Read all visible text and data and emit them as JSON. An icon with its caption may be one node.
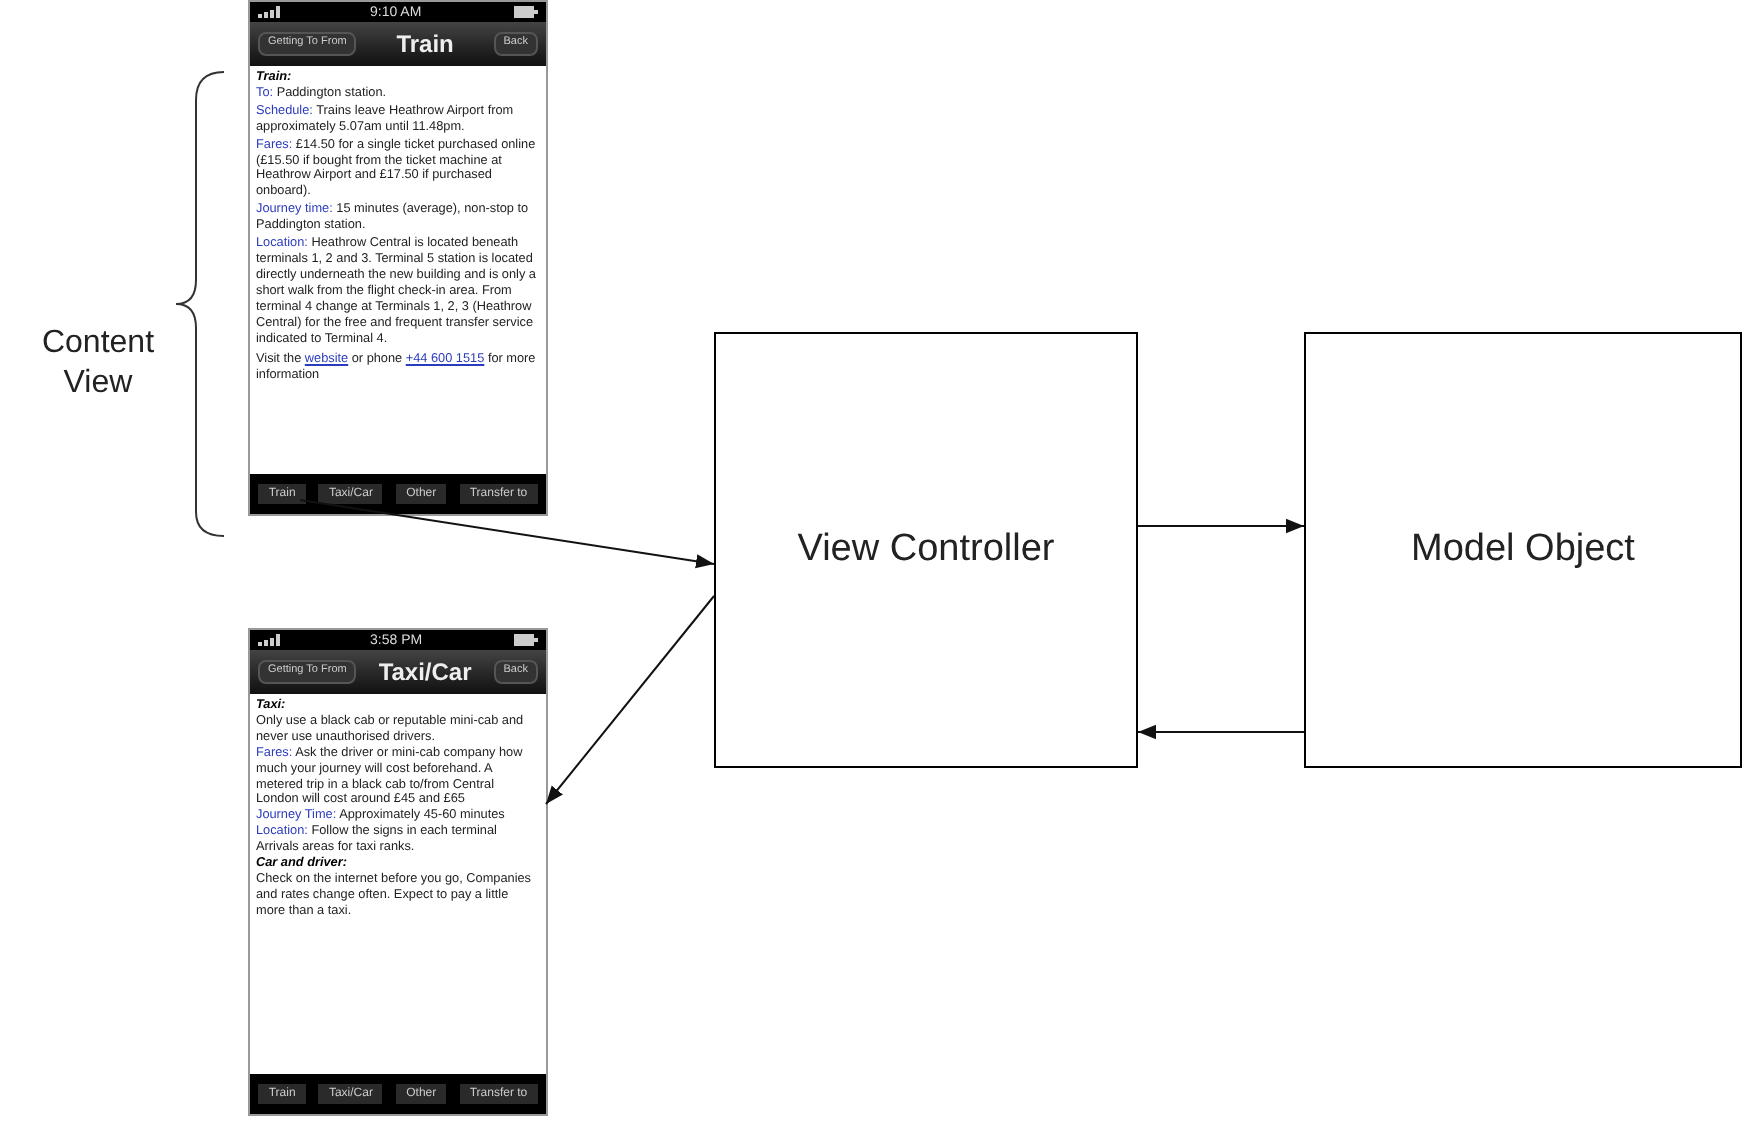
{
  "diagram": {
    "nodes": [
      {
        "text": [
          "Train"
        ]
      },
      {
        "text": [
          "View Controller"
        ]
      },
      {
        "text": [
          "Model Object"
        ]
      },
      {
        "text": [
          "Taxi:",
          "Only use a black cab or reputable mini-cab and never use unauthorised drivers.",
          "Fares:",
          "Ask the driver or mini-cab company how much your journey will cost beforehand. A metered trip in a black cab to/from Central London will cost around £45 and £65",
          "Journey Time:",
          "Approximately 45-60 minutes",
          "Location:",
          "Follow the signs in each terminal Arrivals areas for taxi ranks.",
          "Car and driver:",
          "Check on the internet before you go, Companies and rates change often. Expect to pay a little more than a taxi."
        ]
      },
      {
        "text": [
          "Taxi/Car"
        ]
      },
      {
        "text": [
          "Other"
        ]
      },
      {
        "text": [
          "Transfer to"
        ]
      },
      {
        "text": [
          "Train"
        ]
      },
      {
        "text": [
          "Taxi/Car"
        ]
      },
      {
        "text": [
          "Other"
        ]
      },
      {
        "text": [
          "Transfer to"
        ]
      }
    ],
    "edges": [
      {
        "from": 0,
        "to": 1,
        "arrow": "to"
      },
      {
        "from": 1,
        "to": 2,
        "arrow": "to"
      },
      {
        "from": 2,
        "to": 1,
        "arrow": "to"
      },
      {
        "from": 1,
        "to": 3,
        "arrow": "to"
      }
    ],
    "labels": [
      "9:10 AM",
      "Getting To From",
      "Train",
      "Back",
      "Train:",
      "To:",
      "Paddington station.",
      "Schedule:",
      "Trains leave Heathrow Airport from approximately 5.07am until 11.48pm.",
      "Fares:",
      "£14.50 for a single ticket purchased online (£15.50 if bought from the ticket machine at Heathrow Airport and £17.50 if purchased onboard).",
      "Journey time:",
      "15 minutes (average), non-stop to Paddington station.",
      "Location:",
      "Heathrow Central is located beneath terminals 1, 2 and 3. Terminal 5 station is located directly underneath the new building and is only a short walk from the flight check-in area. From terminal 4 change at Terminals 1, 2, 3 (Heathrow Central) for the free and frequent transfer service indicated to Terminal 4.",
      "Visit the",
      "website",
      "or phone",
      "+44 600 1515",
      "for more information",
      "Content View",
      "3:58 PM",
      "Getting To From",
      "Taxi/Car",
      "Back"
    ]
  }
}
